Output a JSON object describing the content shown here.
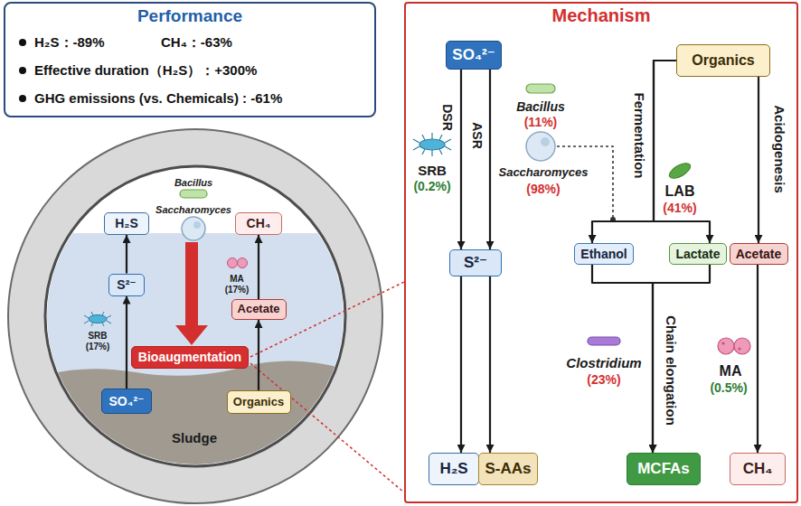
{
  "diagram": {
    "nodes": [
      {
        "text": [
          "Performance",
          "H₂S：-89%",
          "CH₄：-63%",
          "Effective duration（H₂S）：+300%",
          "GHG emissions (vs. Chemicals) : -61%"
        ]
      },
      {
        "text": [
          "H₂S"
        ]
      },
      {
        "text": [
          "CH₄"
        ]
      },
      {
        "text": [
          "S²⁻"
        ]
      },
      {
        "text": [
          "Acetate"
        ]
      },
      {
        "text": [
          "Bioaugmentation"
        ]
      },
      {
        "text": [
          "SO₄²⁻"
        ]
      },
      {
        "text": [
          "Organics"
        ]
      },
      {
        "text": [
          "Mechanism"
        ]
      },
      {
        "text": [
          "SO₄²⁻"
        ],
        "in": 8
      },
      {
        "text": [
          "Organics"
        ],
        "in": 8
      },
      {
        "text": [
          "S²⁻"
        ],
        "in": 8
      },
      {
        "text": [
          "Ethanol"
        ],
        "in": 8
      },
      {
        "text": [
          "Lactate"
        ],
        "in": 8
      },
      {
        "text": [
          "Acetate"
        ],
        "in": 8
      },
      {
        "text": [
          "H₂S"
        ],
        "in": 8
      },
      {
        "text": [
          "S-AAs"
        ],
        "in": 8
      },
      {
        "text": [
          "MCFAs"
        ],
        "in": 8
      },
      {
        "text": [
          "CH₄"
        ],
        "in": 8
      }
    ],
    "edges": [
      {
        "from": 6,
        "to": 3,
        "arrow": "to"
      },
      {
        "from": 3,
        "to": 1,
        "arrow": "to"
      },
      {
        "from": 7,
        "to": 4,
        "arrow": "to"
      },
      {
        "from": 4,
        "to": 2,
        "arrow": "to"
      },
      {
        "from": 9,
        "to": 11,
        "label": "DSR",
        "arrow": "to"
      },
      {
        "from": 9,
        "to": 11,
        "label": "ASR",
        "arrow": "to"
      },
      {
        "from": 11,
        "to": 15,
        "arrow": "to"
      },
      {
        "from": 11,
        "to": 16,
        "arrow": "to"
      },
      {
        "from": 10,
        "to": 12,
        "label": "Fermentation",
        "arrow": "to"
      },
      {
        "from": 10,
        "to": 13,
        "arrow": "to"
      },
      {
        "from": 10,
        "to": 14,
        "label": "Acidogenesis",
        "arrow": "to"
      },
      {
        "from": 12,
        "to": 17,
        "label": "Chain elongation",
        "arrow": "to"
      },
      {
        "from": 13,
        "to": 17,
        "arrow": "to"
      },
      {
        "from": 14,
        "to": 18,
        "arrow": "to"
      }
    ],
    "labels": [
      "Bacillus",
      "Saccharomyces",
      "SRB",
      "(17%)",
      "MA",
      "(17%)",
      "Sludge",
      "SRB",
      "(0.2%)",
      "Bacillus",
      "(11%)",
      "Saccharomyces",
      "(98%)",
      "LAB",
      "(41%)",
      "Clostridium",
      "(23%)",
      "MA",
      "(0.5%)"
    ]
  }
}
